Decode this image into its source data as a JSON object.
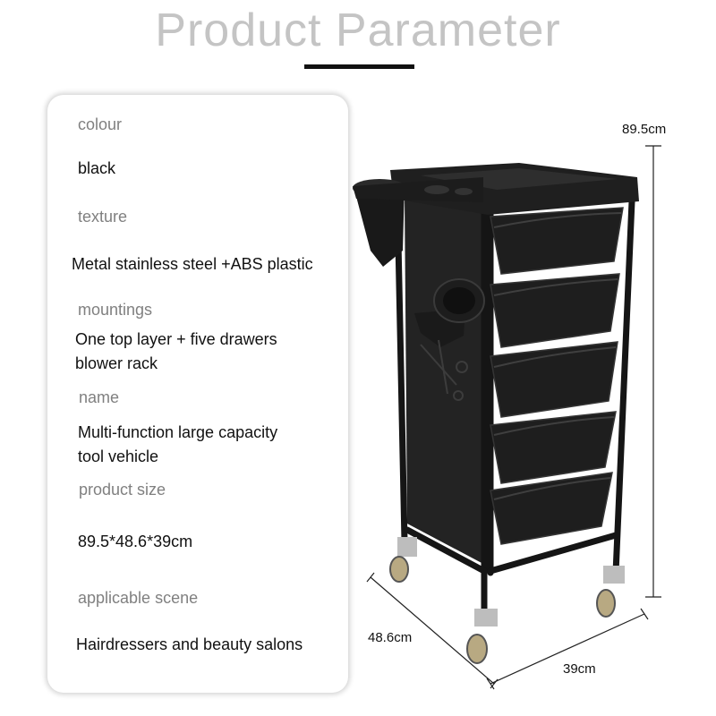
{
  "title": "Product Parameter",
  "params": {
    "colour_label": "colour",
    "colour_value": "black",
    "texture_label": "texture",
    "texture_value": "Metal stainless steel +ABS plastic",
    "mountings_label": "mountings",
    "mountings_line1": "One top layer + five drawers",
    "mountings_line2": "blower rack",
    "name_label": "name",
    "name_line1": "Multi-function large capacity",
    "name_line2": "tool vehicle",
    "size_label": "product size",
    "size_value": "89.5*48.6*39cm",
    "scene_label": "applicable scene",
    "scene_value": "Hairdressers and beauty salons"
  },
  "dimensions": {
    "height": "89.5cm",
    "depth": "48.6cm",
    "width": "39cm"
  },
  "colors": {
    "title": "#c4c4c4",
    "label": "#808080",
    "cart": "#1b1b1b"
  }
}
